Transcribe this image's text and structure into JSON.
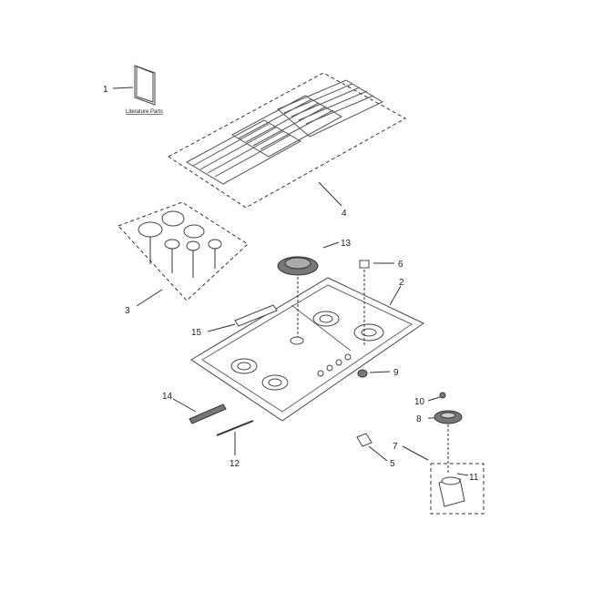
{
  "diagram": {
    "caption_literature": "Literature Parts",
    "callouts": [
      "1",
      "2",
      "3",
      "4",
      "5",
      "6",
      "7",
      "8",
      "9",
      "10",
      "11",
      "12",
      "13",
      "14",
      "15"
    ]
  }
}
